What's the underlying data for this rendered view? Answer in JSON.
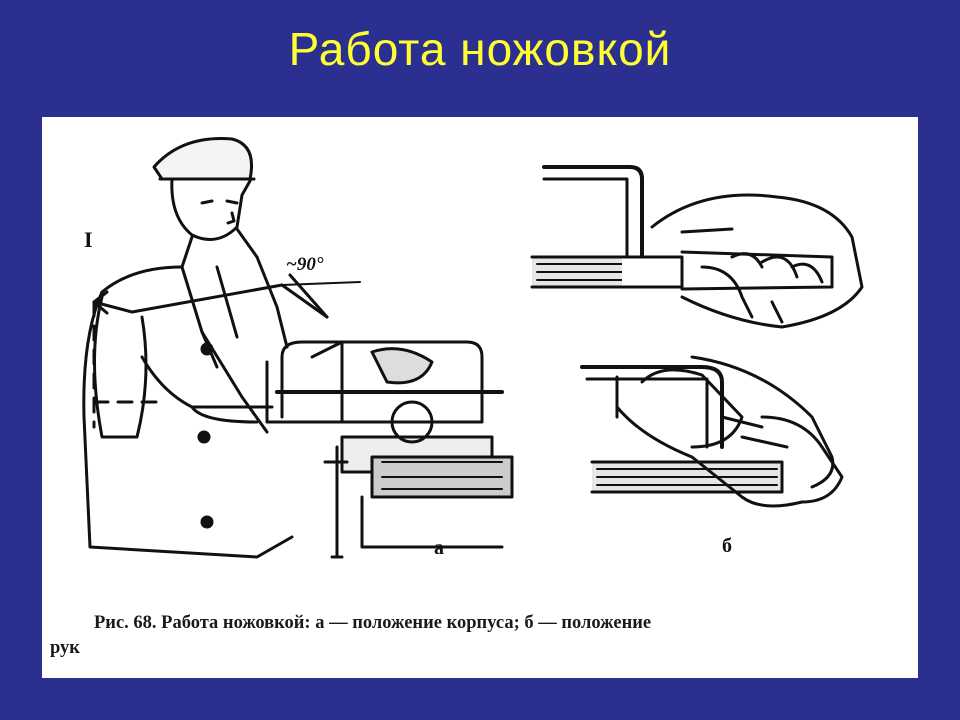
{
  "slide": {
    "title": "Работа ножовкой",
    "colors": {
      "background": "#2b2f8f",
      "title": "#ffff33",
      "panel": "#ffffff"
    }
  },
  "figure": {
    "part_a_label": "а",
    "part_b_label": "б",
    "angle_label": "~90°",
    "marker_label": "I",
    "caption_line1": "Рис. 68. Работа ножовкой: а — положение корпуса; б — положение",
    "caption_line2": "рук"
  }
}
